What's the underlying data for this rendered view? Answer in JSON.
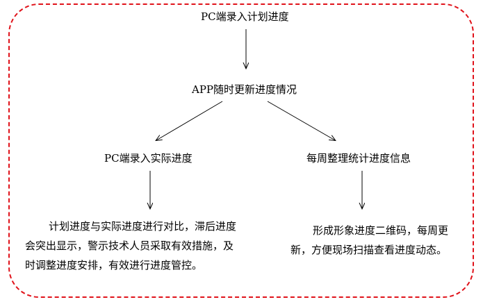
{
  "diagram": {
    "border_color": "#e0121a",
    "nodes": {
      "top": "PC端录入计划进度",
      "middle": "APP随时更新进度情况",
      "left": "PC端录入实际进度",
      "right": "每周整理统计进度信息"
    },
    "left_text": [
      "计划进度与实际进度进行对比，滞后进度",
      "会突出显示，警示技术人员采取有效措施，及",
      "时调整进度安排，有效进行进度管控。"
    ],
    "right_text": [
      "形成形象进度二维码，每周更",
      "新，方便现场扫描查看进度动态。"
    ]
  }
}
